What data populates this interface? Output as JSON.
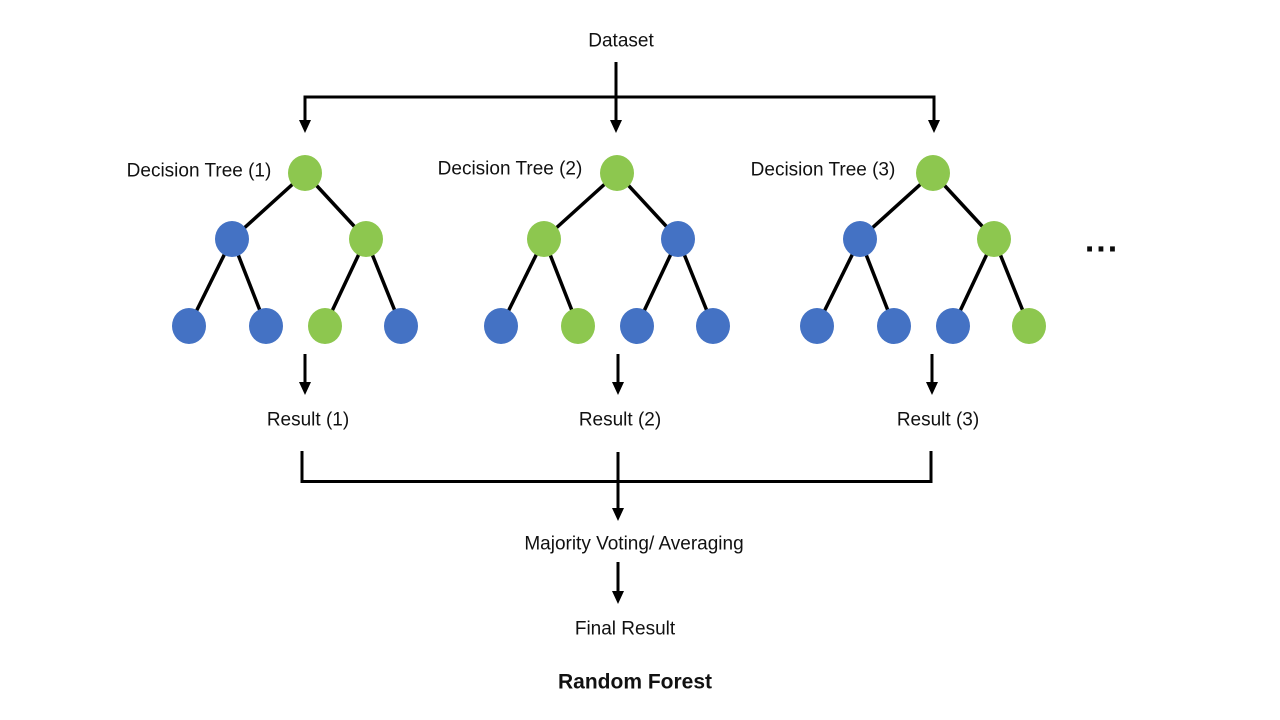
{
  "title": "Random Forest",
  "dataset_label": "Dataset",
  "majority_label": "Majority Voting/ Averaging",
  "final_label": "Final Result",
  "ellipsis": "...",
  "colors": {
    "node_green": "#8DC74F",
    "node_blue": "#4472C4",
    "line": "#000000"
  },
  "trees": [
    {
      "label": "Decision Tree (1)",
      "result": "Result (1)",
      "node_colors": [
        "green",
        "blue",
        "green",
        "blue",
        "blue",
        "green",
        "blue"
      ]
    },
    {
      "label": "Decision Tree (2)",
      "result": "Result (2)",
      "node_colors": [
        "green",
        "green",
        "blue",
        "blue",
        "green",
        "blue",
        "blue"
      ]
    },
    {
      "label": "Decision Tree (3)",
      "result": "Result (3)",
      "node_colors": [
        "green",
        "blue",
        "green",
        "blue",
        "blue",
        "blue",
        "green"
      ]
    }
  ]
}
